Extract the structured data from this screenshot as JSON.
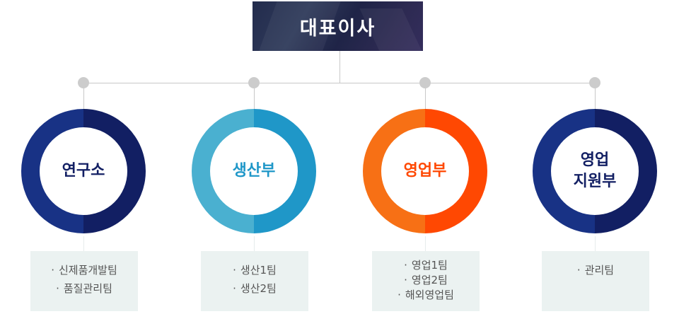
{
  "ceo": {
    "label": "대표이사"
  },
  "departments": [
    {
      "name": "연구소",
      "name_line2": "",
      "color_left": "#183285",
      "color_right": "#121f63",
      "text_color": "#121f63",
      "teams": [
        "신제품개발팀",
        "품질관리팀"
      ]
    },
    {
      "name": "생산부",
      "name_line2": "",
      "color_left": "#4ab0d0",
      "color_right": "#1f97c8",
      "text_color": "#1f97c8",
      "teams": [
        "생산1팀",
        "생산2팀"
      ]
    },
    {
      "name": "영업부",
      "name_line2": "",
      "color_left": "#f77015",
      "color_right": "#ff4802",
      "text_color": "#ff4802",
      "teams": [
        "영업1팀",
        "영업2팀",
        "해외영업팀"
      ]
    },
    {
      "name": "영업",
      "name_line2": "지원부",
      "color_left": "#183285",
      "color_right": "#121f63",
      "text_color": "#121f63",
      "teams": [
        "관리팀"
      ]
    }
  ]
}
